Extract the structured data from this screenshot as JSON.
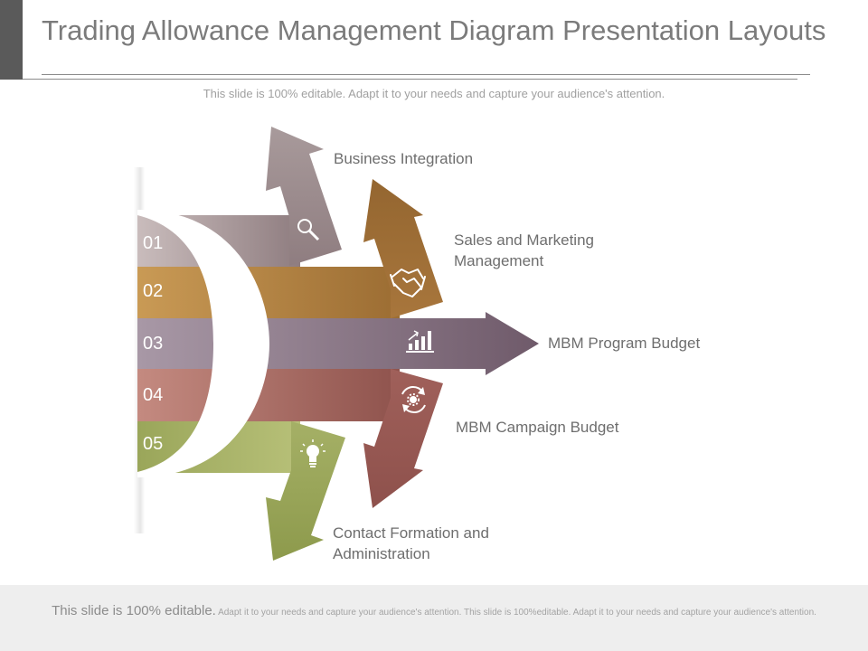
{
  "header": {
    "title": "Trading Allowance Management Diagram Presentation Layouts",
    "subtitle": "This slide is 100% editable. Adapt it to your needs and capture your audience's attention."
  },
  "diagram": {
    "steps": [
      {
        "number": "01",
        "label": "Business Integration",
        "icon": "search-icon",
        "color": "#9a8a8c"
      },
      {
        "number": "02",
        "label": "Sales and Marketing Management",
        "icon": "handshake-icon",
        "color": "#a8763c"
      },
      {
        "number": "03",
        "label": "MBM Program Budget",
        "icon": "bar-chart-icon",
        "color": "#7d6a79"
      },
      {
        "number": "04",
        "label": "MBM Campaign Budget",
        "icon": "gear-cycle-icon",
        "color": "#a0605a"
      },
      {
        "number": "05",
        "label": "Contact Formation and Administration",
        "icon": "lightbulb-icon",
        "color": "#9aa65a"
      }
    ]
  },
  "footer": {
    "lead": "This slide is 100% editable.",
    "text": " Adapt it to your needs and capture your audience's attention. This slide is 100%editable. Adapt it to your needs and capture your audience's attention."
  }
}
